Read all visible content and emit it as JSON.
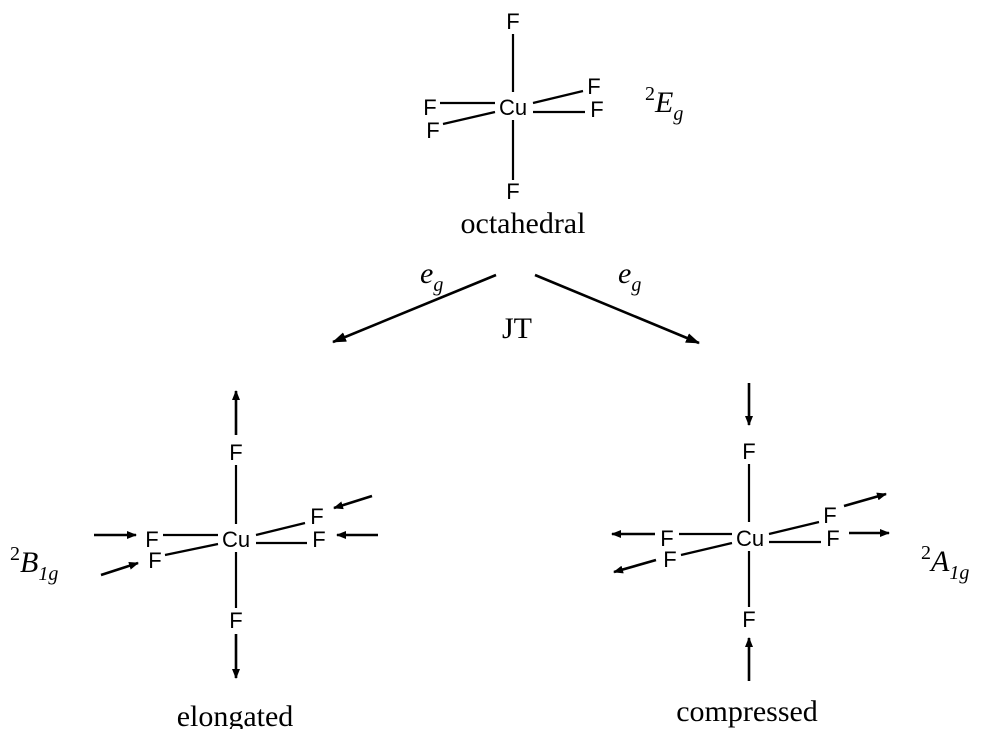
{
  "top": {
    "center_atom": "Cu",
    "ligand": "F",
    "state_sup": "2",
    "state_main": "E",
    "state_sub": "g",
    "caption": "octahedral"
  },
  "split": {
    "left_label_main": "e",
    "left_label_sub": "g",
    "right_label_main": "e",
    "right_label_sub": "g",
    "center_label": "JT"
  },
  "elongated": {
    "center_atom": "Cu",
    "ligand": "F",
    "state_sup": "2",
    "state_main": "B",
    "state_sub": "1g",
    "caption": "elongated"
  },
  "compressed": {
    "center_atom": "Cu",
    "ligand": "F",
    "state_sup": "2",
    "state_main": "A",
    "state_sub": "1g",
    "caption": "compressed"
  }
}
